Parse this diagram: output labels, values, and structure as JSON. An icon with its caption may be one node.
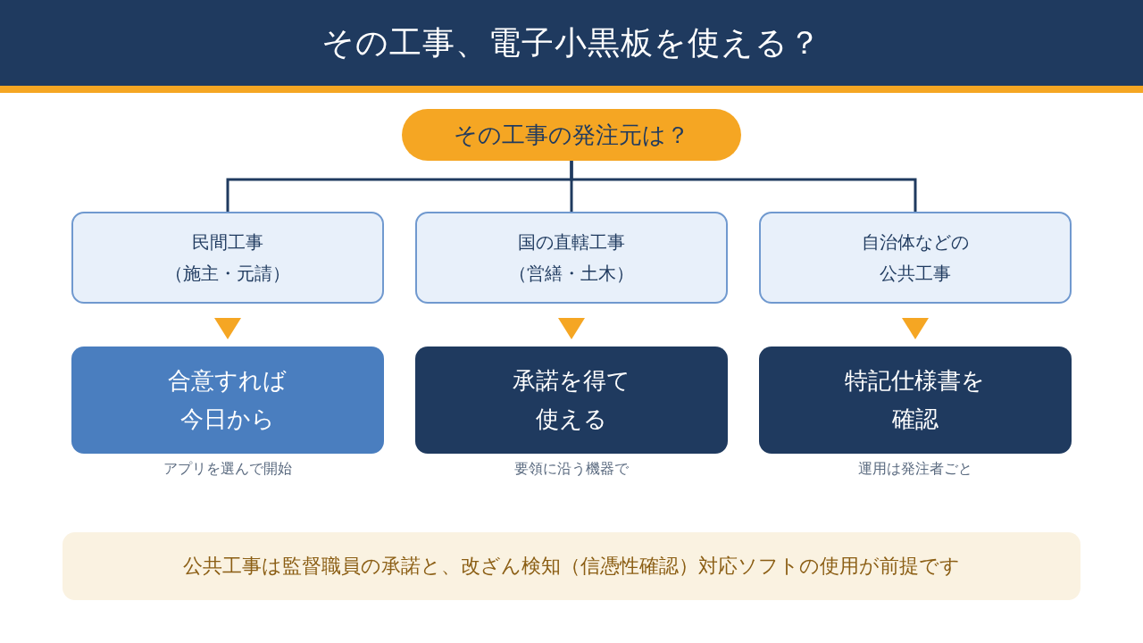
{
  "diagram": {
    "title": "その工事、電子小黒板を使える？",
    "nodes": [
      {
        "text": [
          "その工事の発注元は？"
        ]
      },
      {
        "text": [
          "民間工事",
          "（施主・元請）"
        ]
      },
      {
        "text": [
          "国の直轄工事",
          "（営繕・土木）"
        ]
      },
      {
        "text": [
          "自治体などの公共工事"
        ]
      },
      {
        "text": [
          "合意すれば今日から"
        ],
        "beside": [
          "アプリを選んで開始"
        ]
      },
      {
        "text": [
          "承諾を得て使える"
        ],
        "beside": [
          "要領に沿う機器で"
        ]
      },
      {
        "text": [
          "特記仕様書を確認"
        ],
        "beside": [
          "運用は発注者ごと"
        ]
      },
      {
        "text": [
          "公共工事は監督職員の承諾と、改ざん検知（信憑性確認）対応ソフトの使用が前提です"
        ]
      }
    ],
    "edges": [
      {
        "from": 0,
        "to": 1,
        "arrow": "none"
      },
      {
        "from": 0,
        "to": 2,
        "arrow": "none"
      },
      {
        "from": 0,
        "to": 3,
        "arrow": "none"
      },
      {
        "from": 1,
        "to": 4,
        "arrow": "to"
      },
      {
        "from": 2,
        "to": 5,
        "arrow": "to"
      },
      {
        "from": 3,
        "to": 6,
        "arrow": "to"
      }
    ]
  }
}
